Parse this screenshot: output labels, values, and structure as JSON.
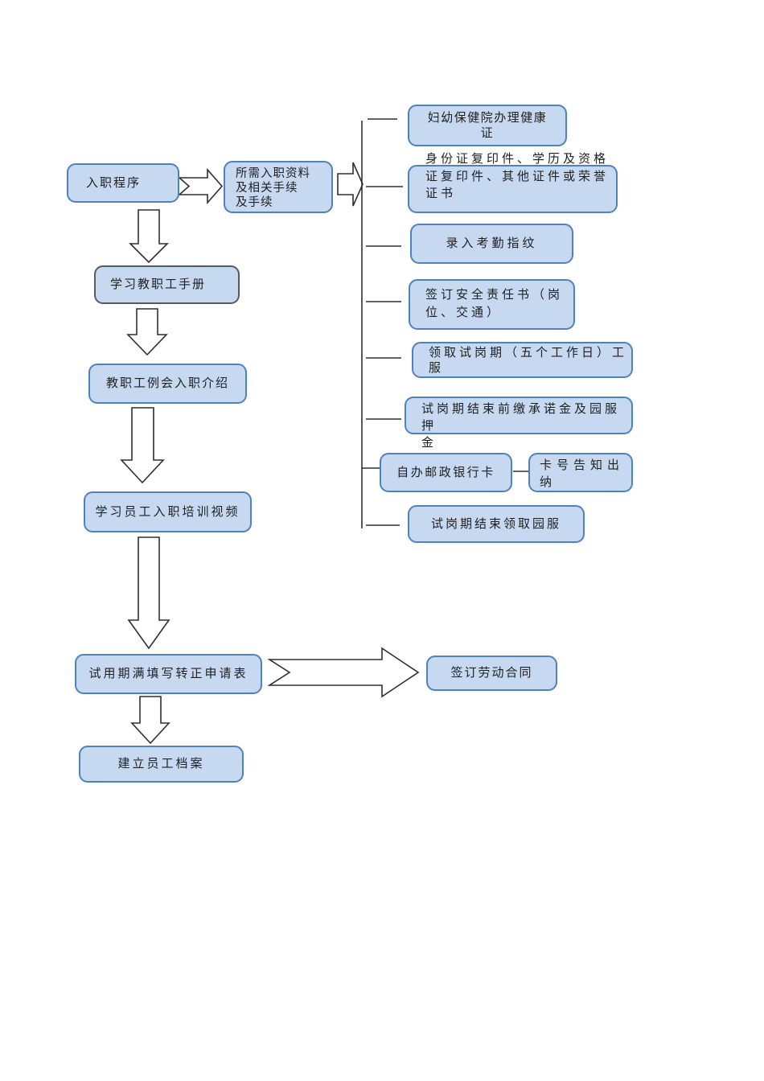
{
  "title": "入职程序流程图",
  "colors": {
    "box_fill": "#c6d9f1",
    "box_border_blue": "#4f81bd",
    "box_border_gray": "#5a5a5a",
    "connector": "#2f2f2f",
    "background": "#ffffff"
  },
  "flow": {
    "start": {
      "label": "入职程序"
    },
    "materials": {
      "label": "所需入职资料\n及相关手续\n及手续"
    },
    "handbook": {
      "label": "学习教职工手册"
    },
    "meeting_intro": {
      "label": "教职工例会入职介绍"
    },
    "training_video": {
      "label": "学习员工入职培训视频"
    },
    "transfer_form": {
      "label": "试用期满填写转正申请表"
    },
    "employee_file": {
      "label": "建立员工档案"
    },
    "labor_contract": {
      "label": "签订劳动合同"
    }
  },
  "checklist": {
    "health_cert": {
      "label": "妇幼保健院办理健康\n证"
    },
    "id_copies": {
      "label": "身份证复印件、学历及资格\n证复印件、其他证件或荣誉\n证书"
    },
    "fingerprint": {
      "label": "录入考勤指纹"
    },
    "safety_agreement": {
      "label": "签订安全责任书（岗\n位、交通）"
    },
    "trial_uniform": {
      "label": "领取试岗期（五个工作日）工\n服"
    },
    "deposit": {
      "label": "试岗期结束前缴承诺金及园服押\n金"
    },
    "bank_card": {
      "label": "自办邮政银行卡"
    },
    "card_number_notify": {
      "label": "卡号告知出\n纳"
    },
    "uniform_final": {
      "label": "试岗期结束领取园服"
    }
  }
}
